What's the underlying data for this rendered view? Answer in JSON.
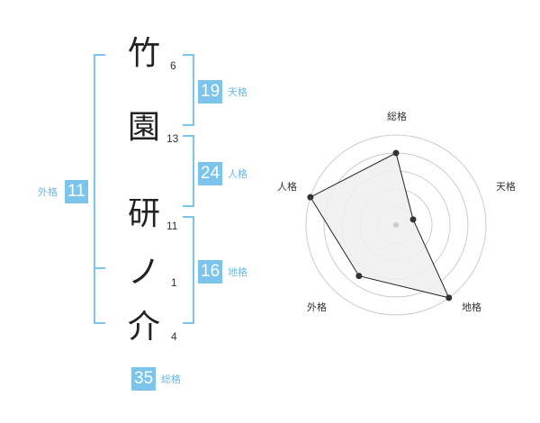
{
  "characters": [
    {
      "char": "竹",
      "strokes": "6"
    },
    {
      "char": "園",
      "strokes": "13"
    },
    {
      "char": "研",
      "strokes": "11"
    },
    {
      "char": "ノ",
      "strokes": "1"
    },
    {
      "char": "介",
      "strokes": "4"
    }
  ],
  "fortunes": {
    "tenkaku": {
      "value": "19",
      "label": "天格"
    },
    "jinkaku": {
      "value": "24",
      "label": "人格"
    },
    "chikaku": {
      "value": "16",
      "label": "地格"
    },
    "gaikaku": {
      "value": "11",
      "label": "外格"
    },
    "soukaku": {
      "value": "35",
      "label": "総格"
    }
  },
  "radar": {
    "axes": [
      "総格",
      "天格",
      "地格",
      "外格",
      "人格"
    ],
    "scores": {
      "総格": 0.8,
      "天格": 0.2,
      "地格": 1.0,
      "外格": 0.7,
      "人格": 1.0
    },
    "colors": {
      "fill": "#efefef",
      "outline": "#222222",
      "rings": "#cccccc",
      "point": "#333333"
    }
  }
}
